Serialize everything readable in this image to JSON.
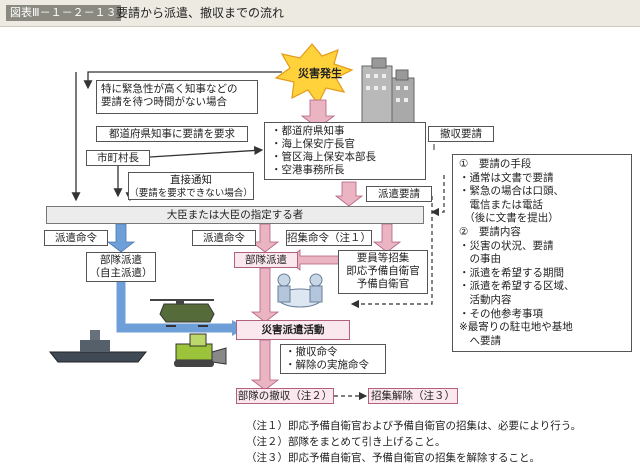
{
  "figure": {
    "tag": "図表Ⅲ－１－２－１３",
    "title": "要請から派遣、撤収までの流れ"
  },
  "disaster": {
    "label": "災害発生"
  },
  "request_routes": {
    "urgent_direct": [
      "特に緊急性が高く知事などの",
      "要請を待つ時間がない場合"
    ],
    "to_governor": "都道府県知事に要請を要求",
    "municipality": "市町村長",
    "direct_notice": [
      "直接通知",
      "（要請を要求できない場合）"
    ]
  },
  "requesters": {
    "items": [
      "・都道府県知事",
      "・海上保安庁長官",
      "・管区海上保安本部長",
      "・空港事務所長"
    ]
  },
  "labels": {
    "withdrawal_request": "撤収要請",
    "dispatch_request": "派遣要請",
    "minister": "大臣または大臣の指定する者",
    "dispatch_order_left": "派遣命令",
    "dispatch_order_mid": "派遣命令",
    "recall_order": "招集命令（注１）",
    "autonomous_dispatch": [
      "部隊派遣",
      "（自主派遣）"
    ],
    "unit_dispatch": "部隊派遣",
    "reserve_recall": [
      "要員等招集",
      "即応予備自衛官",
      "予備自衛官"
    ],
    "disaster_activity": "災害派遣活動",
    "withdrawal_orders": [
      "・撤収命令",
      "・解除の実施命令"
    ],
    "unit_withdrawal": "部隊の撤収（注２）",
    "recall_release": "招集解除（注３）"
  },
  "request_procedure": {
    "items": [
      "①　要請の手段",
      "・通常は文書で要請",
      "・緊急の場合は口頭、",
      "　電信または電話",
      "　（後に文書を提出）",
      "②　要請内容",
      "・災害の状況、要請",
      "　の事由",
      "・派遣を希望する期間",
      "・派遣を希望する区域、",
      "　活動内容",
      "・その他参考事項",
      "※最寄りの駐屯地や基地",
      "　へ要請"
    ]
  },
  "notes": [
    "（注１）即応予備自衛官および予備自衛官の招集は、必要により行う。",
    "（注２）部隊をまとめて引き上げること。",
    "（注３）即応予備自衛官、予備自衛官の招集を解除すること。"
  ],
  "colors": {
    "blue_arrow": "#6f9fd8",
    "pink_arrow": "#eab4c3",
    "burst": "#ffd23c"
  }
}
